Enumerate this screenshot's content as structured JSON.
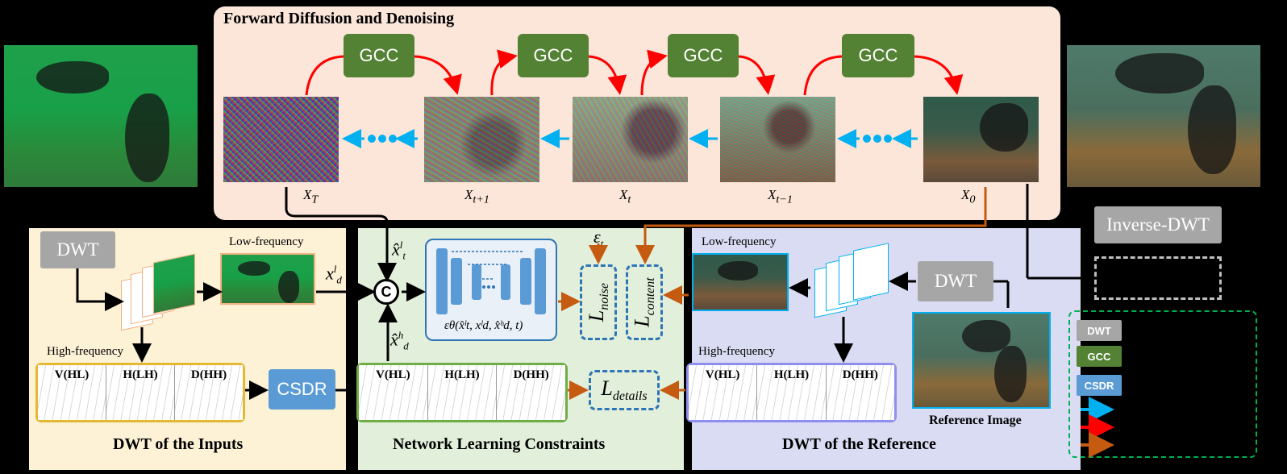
{
  "diagram": {
    "top_title": "Forward Diffusion and Denoising",
    "gcc_label": "GCC",
    "x_labels": [
      "X_T",
      "X_{t+1}",
      "X_t",
      "X_{t−1}",
      "X_0"
    ],
    "dwt_label": "DWT",
    "inverse_dwt_label": "Inverse-DWT",
    "csdr_label": "CSDR",
    "concat_symbol": "C",
    "low_frequency": "Low-frequency",
    "high_frequency": "High-frequency",
    "subbands": [
      "V(HL)",
      "H(LH)",
      "D(HH)"
    ],
    "reference_image": "Reference Image",
    "sections": {
      "left": "DWT of the Inputs",
      "middle": "Network Learning Constraints",
      "right": "DWT of the Reference"
    },
    "math": {
      "x_hat_l": "x̂",
      "x_hat_l_sup": "l",
      "x_hat_l_sub": "t",
      "x_d_l": "x",
      "x_d_l_sup": "l",
      "x_d_l_sub": "d",
      "x_hat_h": "x̂",
      "x_hat_h_sup": "h",
      "x_hat_h_sub": "d",
      "epsilon_t": "ε",
      "epsilon_t_sub": "t",
      "epsilon_theta": "εθ(x̂ˡt, xˡd, x̂ʰd, t)"
    },
    "losses": {
      "noise": "L",
      "noise_sub": "noise",
      "content": "L",
      "content_sub": "content",
      "details": "L",
      "details_sub": "details"
    },
    "legend": {
      "items": [
        "DWT",
        "GCC",
        "CSDR"
      ],
      "colors": [
        "#a6a6a6",
        "#548235",
        "#5b9bd5"
      ],
      "arrow_colors": [
        "#00b0f0",
        "#ff0000",
        "#c55a11"
      ]
    },
    "colors": {
      "top_panel": "#fbe6d9",
      "left_panel": "#fdf1d6",
      "middle_panel": "#e2efda",
      "right_panel": "#dadcf3",
      "gcc": "#548235",
      "dwt": "#a6a6a6",
      "csdr": "#5b9bd5",
      "diffusion_arrow": "#00b0f0",
      "gcc_arrow": "#ff0000",
      "loss_arrow": "#c55a11"
    }
  }
}
